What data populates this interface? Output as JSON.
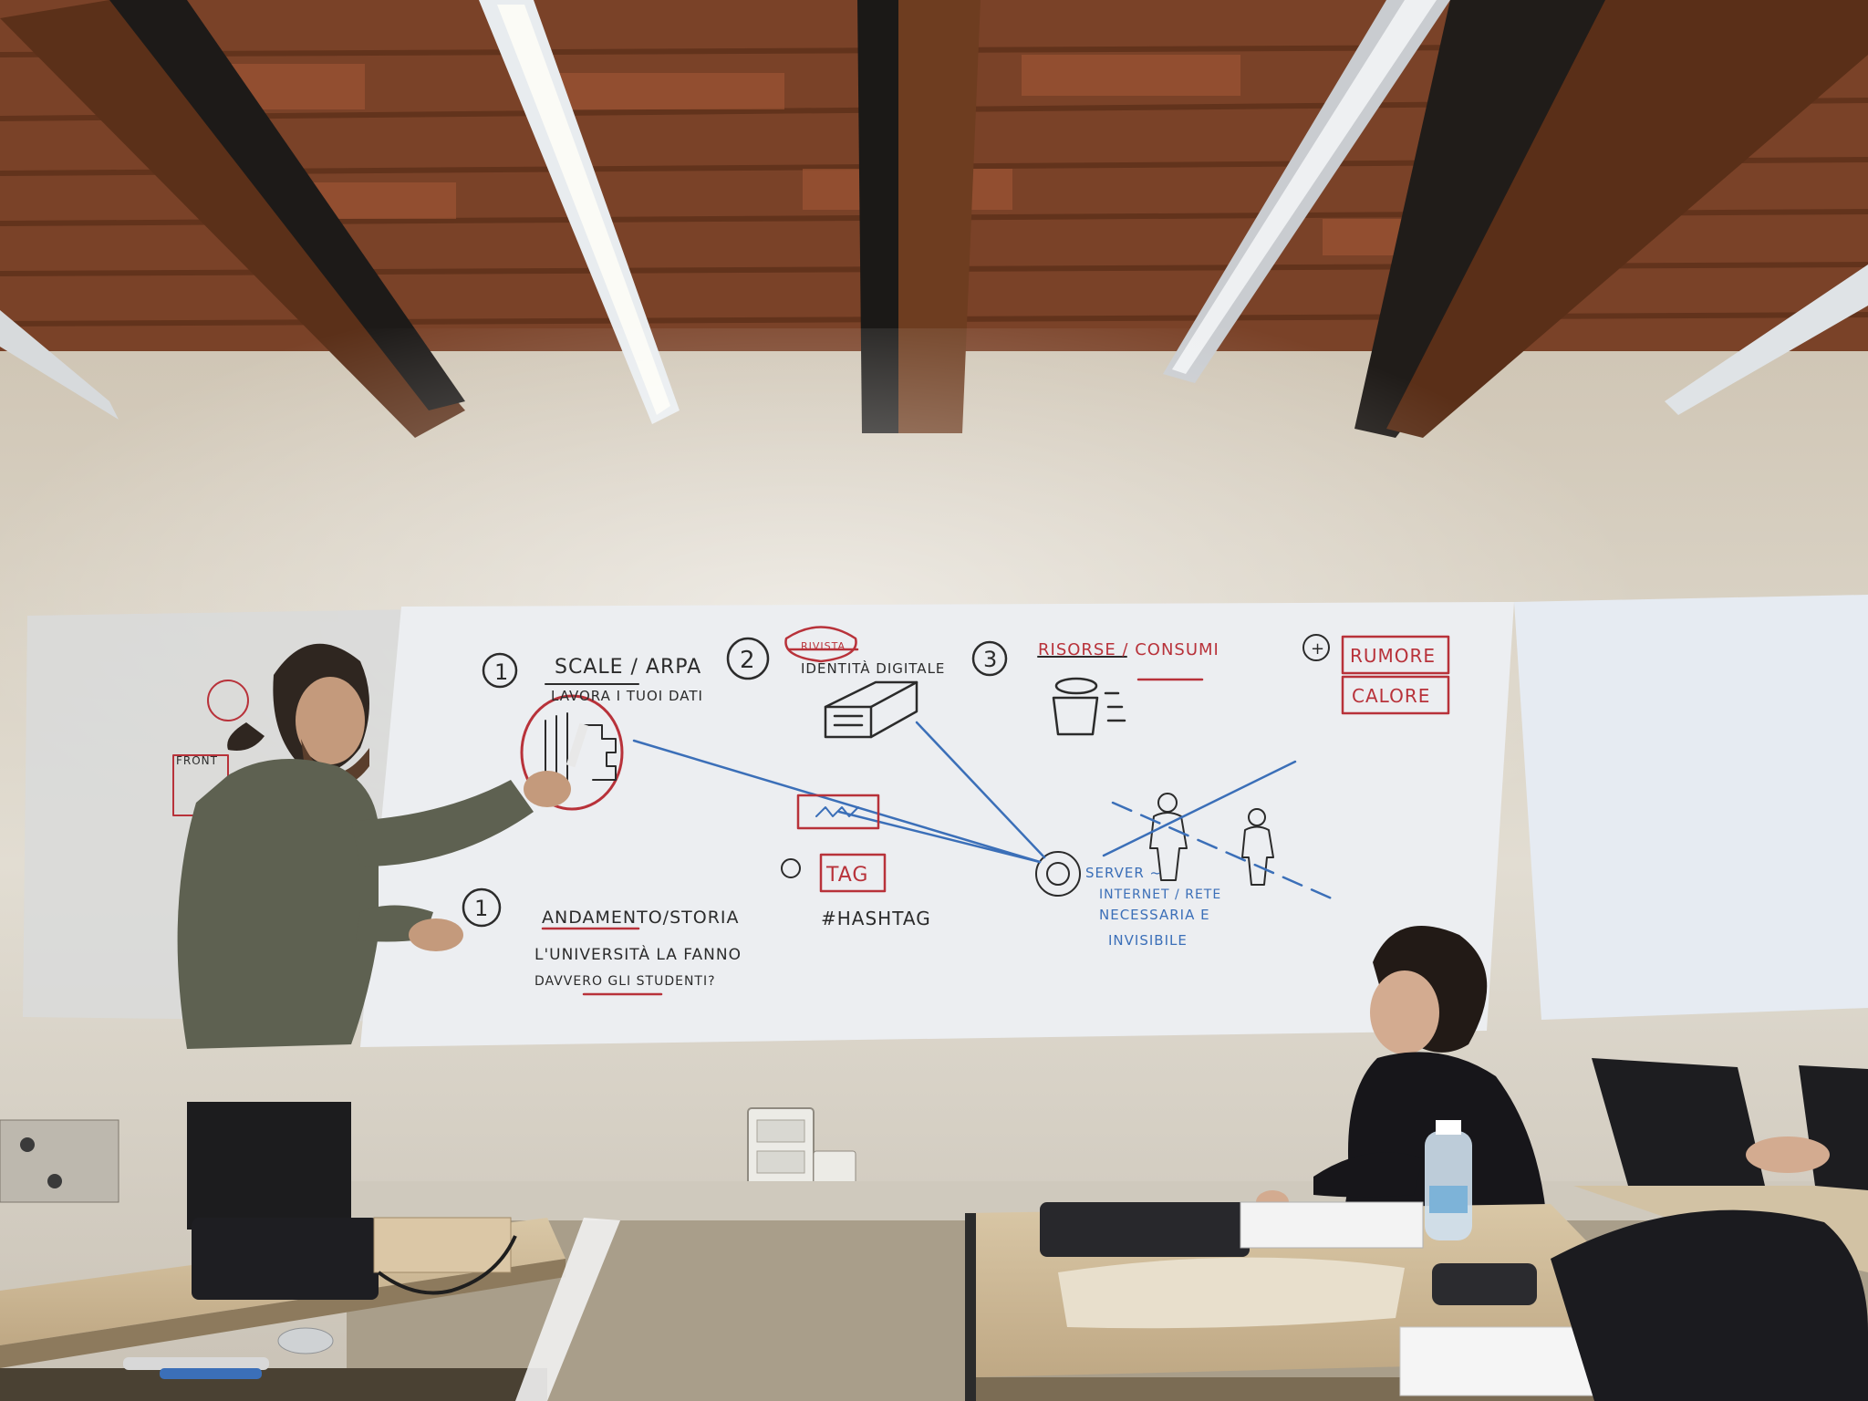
{
  "scene": {
    "paper": {
      "num_1": "1",
      "section1_title": "SCALE / ARPA",
      "section1_sub": "LAVORA I TUOI DATI",
      "num_2": "2",
      "section2_bubble": "RIVISTA",
      "section2_title": "IDENTITÀ DIGITALE",
      "num_3": "3",
      "section3_title": "RISORSE / CONSUMI",
      "plus_sign": "+",
      "box_red_1": "RUMORE",
      "box_red_2": "CALORE",
      "num_4": "1",
      "section4_title": "ANDAMENTO/STORIA",
      "section4_line1": "L'UNIVERSITÀ LA FANNO",
      "section4_line2": "DAVVERO GLI STUDENTI?",
      "tag_box": "TAG",
      "hashtag": "#HASHTAG",
      "server_line1": "SERVER ~",
      "server_line2": "INTERNET / RETE",
      "server_line3": "NECESSARIA E",
      "server_line4": "INVISIBILE",
      "left_partial": "FRONT"
    },
    "colors": {
      "ceiling_brick": "#8a4a2a",
      "beam_wood": "#6a3a1e",
      "wall": "#d8d2c6",
      "paper": "#ecedf0",
      "marker_black": "#2b2b2b",
      "marker_red": "#b8323a",
      "marker_blue": "#3b6fb8"
    }
  }
}
